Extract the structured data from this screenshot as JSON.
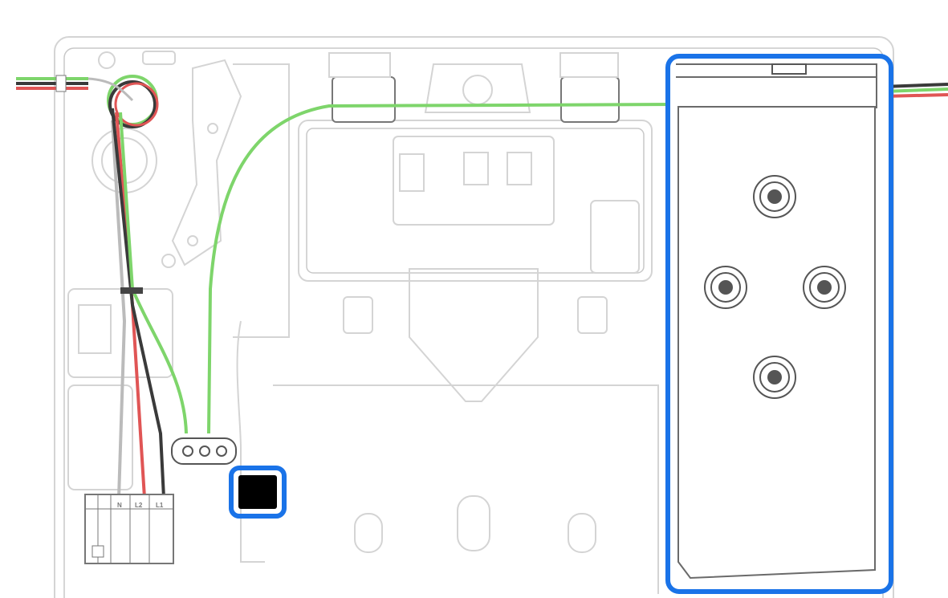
{
  "diagram": {
    "terminal_block": {
      "labels": [
        "N",
        "L2",
        "L1"
      ]
    },
    "colors": {
      "green_wire": "#7ed56b",
      "red_wire": "#e05555",
      "black_wire": "#3a3a3a",
      "gray_wire": "#bbbbbb",
      "highlight": "#1a73e8",
      "outline": "#d4d4d4"
    }
  }
}
